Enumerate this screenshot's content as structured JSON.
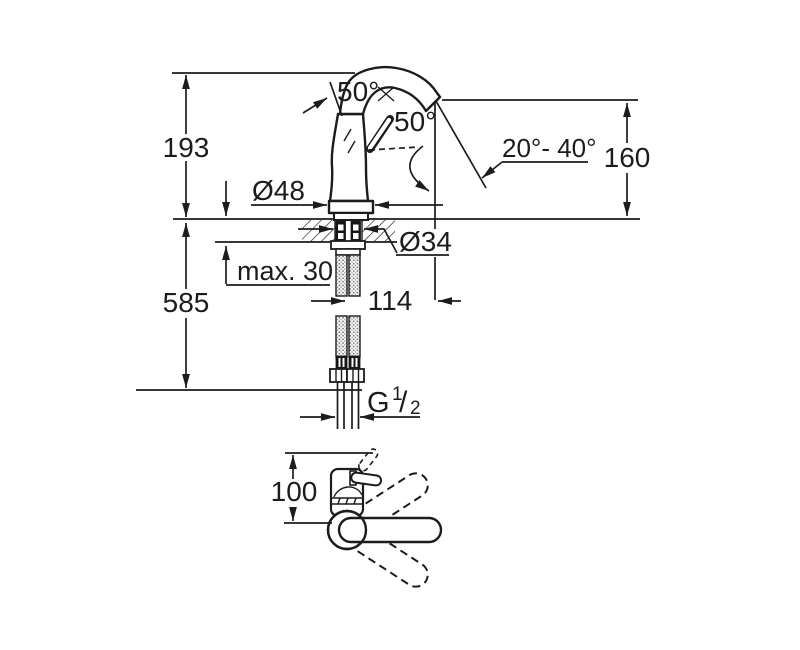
{
  "drawing": {
    "type": "technical-dimension-drawing",
    "subject": "single-lever basin mixer faucet, front view with mounting section and plan view",
    "colors": {
      "background": "#ffffff",
      "line": "#1c1c1c"
    },
    "labels": {
      "height_above_deck": "193",
      "height_below_deck": "585",
      "outlet_height": "160",
      "handle_tilt_angle": "50°",
      "handle_swing_angle": "50°",
      "stream_angle_range": "20°- 40°",
      "base_diameter": "Ø48",
      "shank_diameter": "Ø34",
      "max_deck_thickness": "max. 30",
      "spout_projection": "114",
      "thread_letter": "G",
      "thread_numerator": "1",
      "thread_slash": "/",
      "thread_denominator": "2",
      "plan_view_height": "100"
    }
  }
}
